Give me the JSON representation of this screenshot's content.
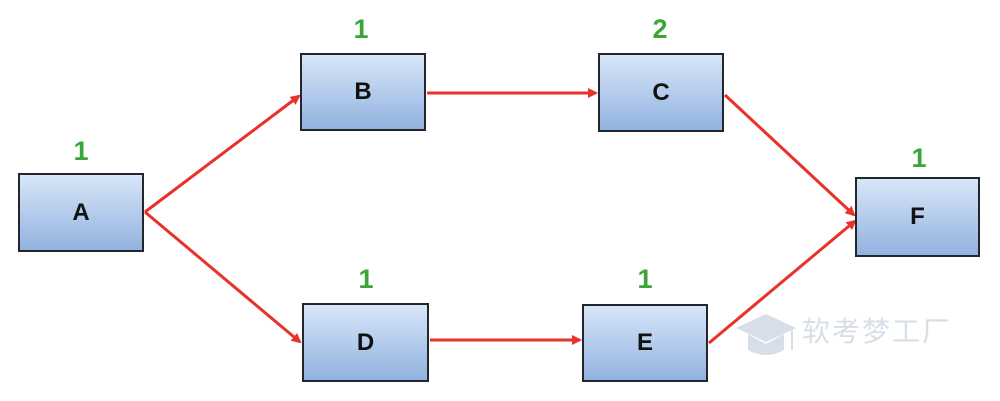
{
  "colors": {
    "edge": "#e8312a",
    "weight_text": "#3aa63a",
    "node_border": "#23262c",
    "node_fill_top": "#d8e6f8",
    "node_fill_bottom": "#92b2e0",
    "watermark": "#b7c4d4"
  },
  "nodes": [
    {
      "id": "A",
      "label": "A",
      "weight": "1"
    },
    {
      "id": "B",
      "label": "B",
      "weight": "1"
    },
    {
      "id": "C",
      "label": "C",
      "weight": "2"
    },
    {
      "id": "D",
      "label": "D",
      "weight": "1"
    },
    {
      "id": "E",
      "label": "E",
      "weight": "1"
    },
    {
      "id": "F",
      "label": "F",
      "weight": "1"
    }
  ],
  "edges": [
    {
      "from": "A",
      "to": "B"
    },
    {
      "from": "B",
      "to": "C"
    },
    {
      "from": "C",
      "to": "F"
    },
    {
      "from": "A",
      "to": "D"
    },
    {
      "from": "D",
      "to": "E"
    },
    {
      "from": "E",
      "to": "F"
    }
  ],
  "watermark": {
    "text": "软考梦工厂"
  }
}
